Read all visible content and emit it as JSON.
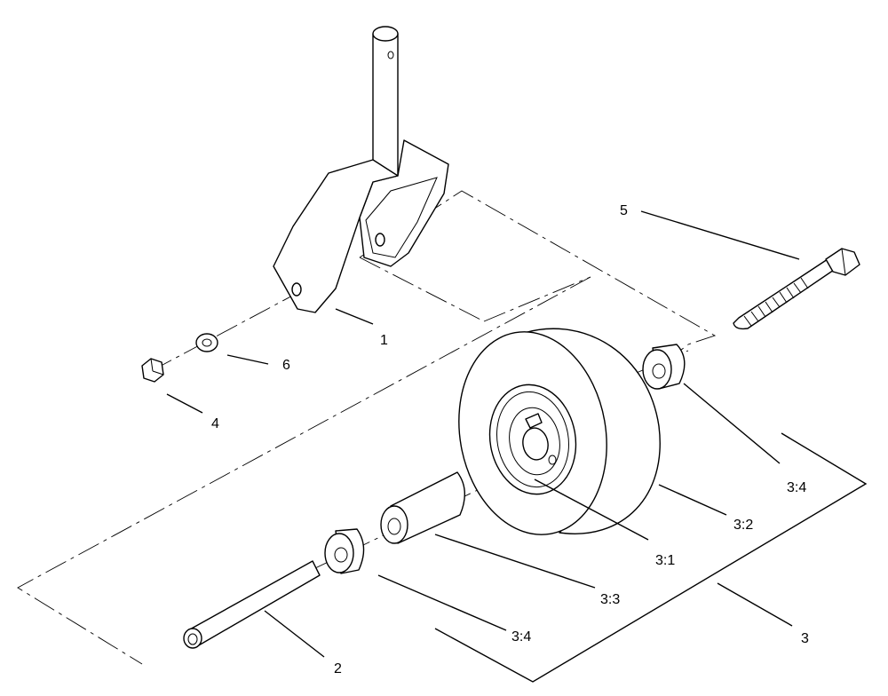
{
  "callouts": {
    "c1": "1",
    "c2": "2",
    "c3": "3",
    "c31": "3:1",
    "c32": "3:2",
    "c33": "3:3",
    "c34a": "3:4",
    "c34b": "3:4",
    "c4": "4",
    "c5": "5",
    "c6": "6"
  }
}
